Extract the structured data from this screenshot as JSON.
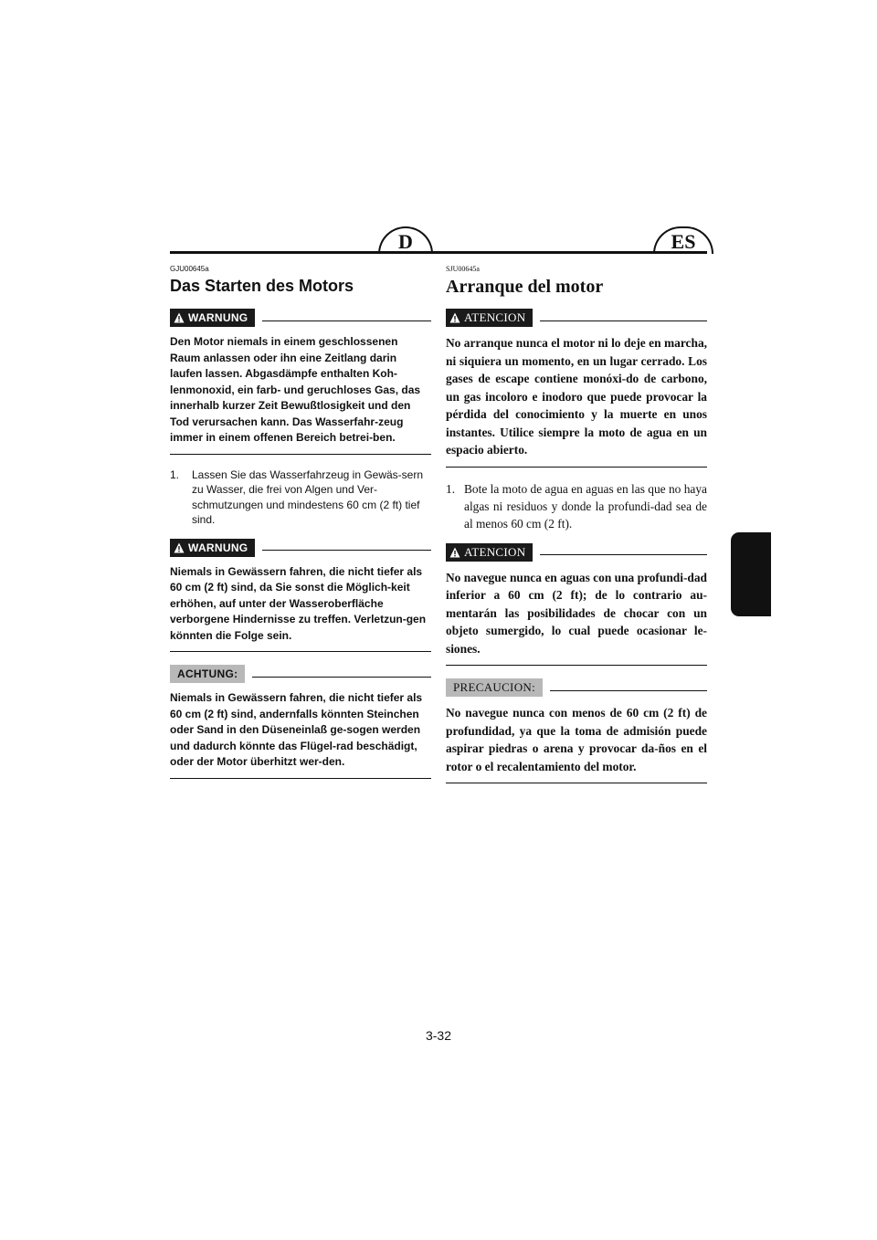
{
  "header": {
    "lang_left": "D",
    "lang_right": "ES"
  },
  "de": {
    "code": "GJU00645a",
    "title": "Das Starten des Motors",
    "warning1_label": "WARNUNG",
    "warning1_text": "Den Motor niemals in einem geschlossenen Raum anlassen oder ihn eine Zeitlang darin laufen lassen. Abgasdämpfe enthalten Koh-lenmonoxid, ein farb- und geruchloses Gas, das innerhalb kurzer Zeit Bewußtlosigkeit und den Tod verursachen kann. Das Wasserfahr-zeug immer in einem offenen Bereich betrei-ben.",
    "step1_num": "1.",
    "step1_text": "Lassen Sie das Wasserfahrzeug in Gewäs-sern zu Wasser, die frei von Algen und Ver-schmutzungen und mindestens 60 cm (2 ft) tief sind.",
    "warning2_label": "WARNUNG",
    "warning2_text": "Niemals in Gewässern fahren, die nicht tiefer als 60 cm (2 ft) sind, da Sie sonst die Möglich-keit erhöhen, auf unter der Wasseroberfläche verborgene Hindernisse zu treffen. Verletzun-gen könnten die Folge sein.",
    "caution_label": "ACHTUNG:",
    "caution_text": "Niemals in Gewässern fahren, die nicht tiefer als 60 cm (2 ft) sind, andernfalls könnten Steinchen oder Sand in den Düseneinlaß ge-sogen werden und dadurch könnte das Flügel-rad beschädigt, oder der Motor überhitzt wer-den."
  },
  "es": {
    "code": "SJU00645a",
    "title": "Arranque del motor",
    "warning1_label": "ATENCION",
    "warning1_text": "No arranque nunca el motor ni lo deje en marcha, ni siquiera un momento, en un lugar cerrado. Los gases de escape contiene monóxi-do de carbono, un gas incoloro e inodoro que puede provocar la pérdida del conocimiento y la muerte en unos instantes. Utilice siempre la moto de agua en un espacio abierto.",
    "step1_num": "1.",
    "step1_text": "Bote la moto de agua en aguas en las que no haya algas ni residuos y donde la profundi-dad sea de al menos 60 cm (2 ft).",
    "warning2_label": "ATENCION",
    "warning2_text": "No navegue nunca en aguas con una profundi-dad inferior a 60 cm (2 ft); de lo contrario au-mentarán las posibilidades de chocar con un objeto sumergido, lo cual puede ocasionar le-siones.",
    "caution_label": "PRECAUCION:",
    "caution_text": "No navegue nunca con menos de 60 cm (2 ft) de profundidad, ya que la toma de admisión puede aspirar piedras o arena y provocar da-ños en el rotor o el recalentamiento del motor."
  },
  "footer": {
    "page_number": "3-32"
  }
}
